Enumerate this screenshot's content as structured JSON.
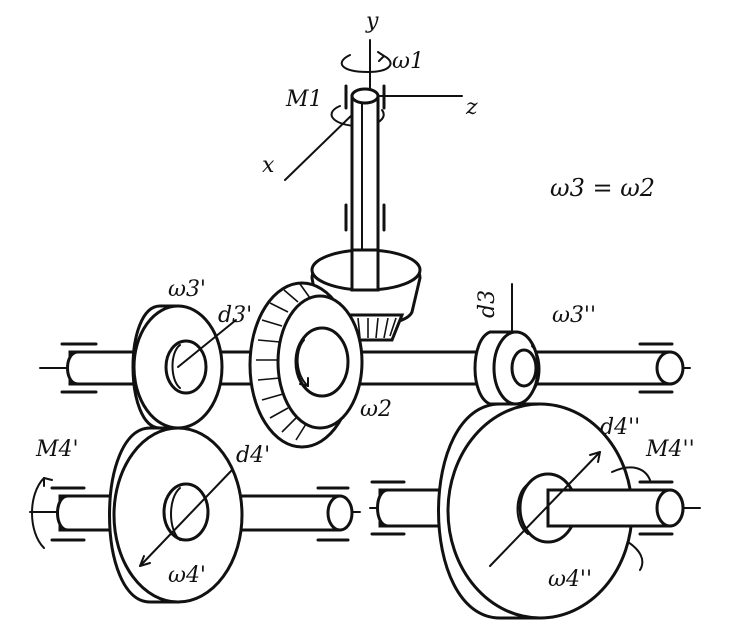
{
  "labels": {
    "axis_y": "y",
    "axis_x": "x",
    "axis_z": "z",
    "omega1": "ω1",
    "moment1": "M1",
    "relation": "ω3 = ω2",
    "omega3_prime": "ω3'",
    "d3_prime": "d3'",
    "d3": "d3",
    "omega3_dprime": "ω3''",
    "omega2": "ω2",
    "moment4_prime": "M4'",
    "d4_prime": "d4'",
    "omega4_prime": "ω4'",
    "d4_dprime": "d4''",
    "moment4_dprime": "M4''",
    "omega4_dprime": "ω4''"
  }
}
